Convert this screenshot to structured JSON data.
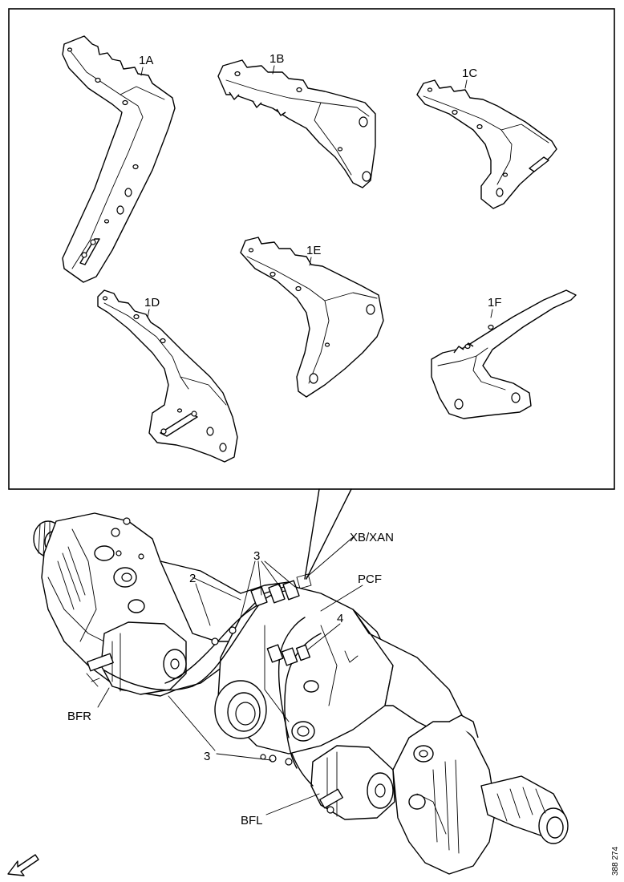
{
  "brackets": [
    {
      "id": "1A",
      "label": "1A"
    },
    {
      "id": "1B",
      "label": "1B"
    },
    {
      "id": "1C",
      "label": "1C"
    },
    {
      "id": "1D",
      "label": "1D"
    },
    {
      "id": "1E",
      "label": "1E"
    },
    {
      "id": "1F",
      "label": "1F"
    }
  ],
  "callouts": {
    "xb_xan": "XB/XAN",
    "pcf": "PCF",
    "bfr": "BFR",
    "bfl": "BFL",
    "num_2": "2",
    "num_3_top": "3",
    "num_3_bottom": "3",
    "num_4": "4"
  },
  "reference_code": "388 274",
  "orientation_arrow": "arrow-icon"
}
